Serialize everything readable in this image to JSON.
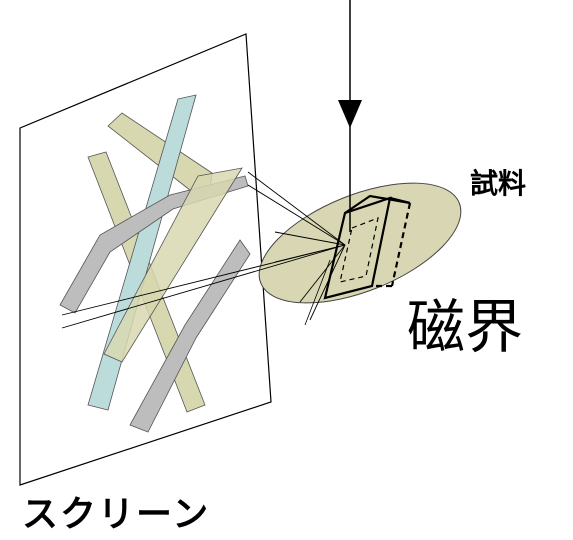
{
  "labels": {
    "sample": "試料",
    "magnetic_field": "磁界",
    "screen": "スクリーン"
  },
  "colors": {
    "stripe_tan": "#d8d8b0",
    "stripe_cyan": "#bcdcdc",
    "stripe_gray": "#bdbdbd",
    "disc_fill": "#d9d7b3",
    "stroke": "#000000"
  }
}
